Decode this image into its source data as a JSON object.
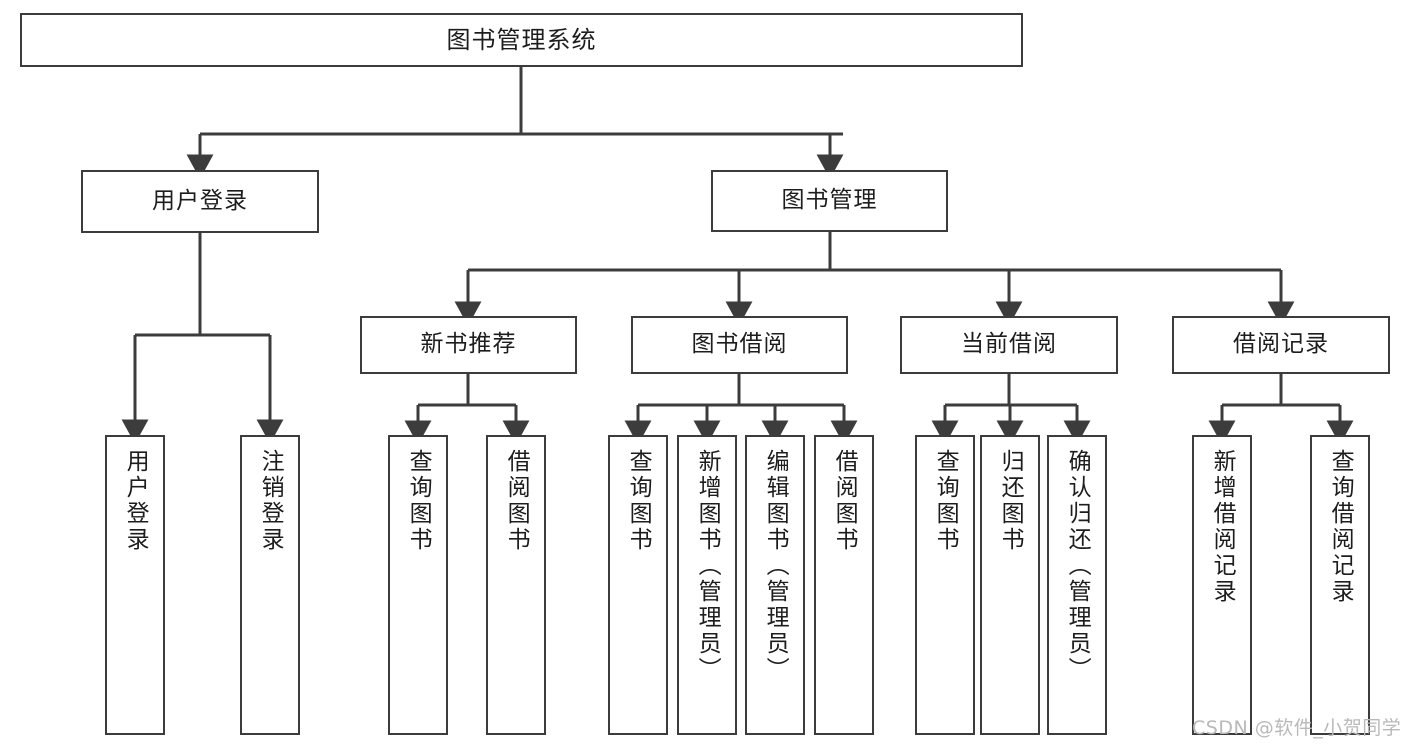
{
  "diagram": {
    "title": "图书管理系统",
    "type": "tree",
    "orientation": "top-down",
    "colors": {
      "box_border": "#3c3c3c",
      "box_fill": "#ffffff",
      "connector": "#3c3c3c",
      "text": "#1d1d1d",
      "watermark": "#b9b9b9",
      "background": "#ffffff"
    },
    "root": {
      "label": "图书管理系统"
    },
    "level2": [
      {
        "label": "用户登录"
      },
      {
        "label": "图书管理"
      }
    ],
    "level3": [
      {
        "label": "新书推荐"
      },
      {
        "label": "图书借阅"
      },
      {
        "label": "当前借阅"
      },
      {
        "label": "借阅记录"
      }
    ],
    "leaves": {
      "user_login": [
        {
          "label": "用户登录"
        },
        {
          "label": "注销登录"
        }
      ],
      "new_book_recommend": [
        {
          "label": "查询图书"
        },
        {
          "label": "借阅图书"
        }
      ],
      "book_borrow": [
        {
          "label": "查询图书"
        },
        {
          "label": "新增图书（管理员）"
        },
        {
          "label": "编辑图书（管理员）"
        },
        {
          "label": "借阅图书"
        }
      ],
      "current_borrow": [
        {
          "label": "查询图书"
        },
        {
          "label": "归还图书"
        },
        {
          "label": "确认归还（管理员）"
        }
      ],
      "borrow_record": [
        {
          "label": "新增借阅记录"
        },
        {
          "label": "查询借阅记录"
        }
      ]
    }
  },
  "watermark": {
    "text": "CSDN @软件_小贺同学"
  }
}
